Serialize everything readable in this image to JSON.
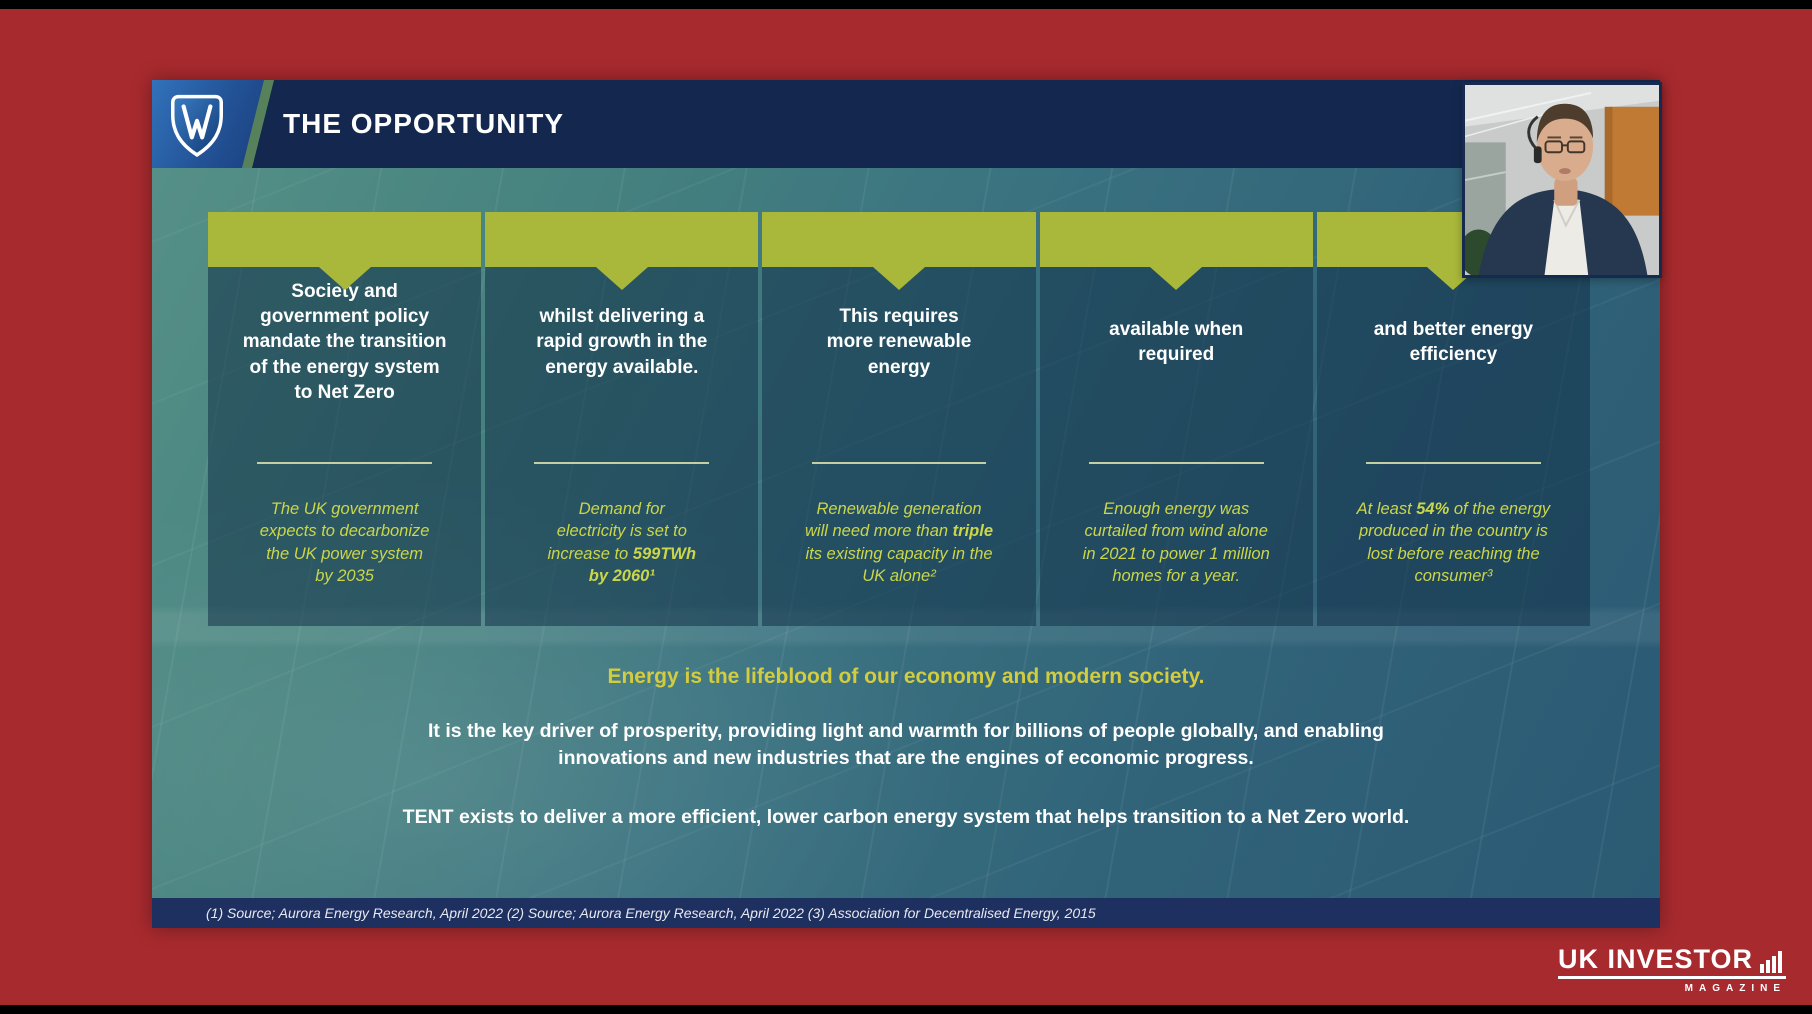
{
  "colors": {
    "background_red": "#a72a2e",
    "header_navy": "#14284f",
    "accent_olive": "#a9b83a",
    "detail_text_green": "#cbd64a",
    "highlight_yellow": "#d3cc3f",
    "footnote_navy": "#1d3060"
  },
  "slide": {
    "title": "THE OPPORTUNITY",
    "columns": [
      {
        "heading": "Society and\ngovernment policy\nmandate the transition\nof the energy system\nto Net Zero",
        "body": [
          {
            "t": "The UK government\nexpects to decarbonize\nthe UK power system\nby 2035"
          }
        ]
      },
      {
        "heading": "whilst delivering a\nrapid growth in the\nenergy available.",
        "body": [
          {
            "t": "Demand for\nelectricity is set to\nincrease to "
          },
          {
            "t": "599TWh\nby 2060¹",
            "b": true
          }
        ]
      },
      {
        "heading": "This requires\nmore renewable\nenergy",
        "body": [
          {
            "t": "Renewable generation\nwill need more than "
          },
          {
            "t": "triple",
            "b": true
          },
          {
            "t": "\nits existing capacity in the\nUK alone²"
          }
        ]
      },
      {
        "heading": "available when\nrequired",
        "body": [
          {
            "t": "Enough energy was\ncurtailed from wind alone\nin 2021 to power 1 million\nhomes for a year."
          }
        ]
      },
      {
        "heading": "and better energy\nefficiency",
        "body": [
          {
            "t": "At least "
          },
          {
            "t": "54%",
            "b": true
          },
          {
            "t": " of the energy\nproduced in the country is\nlost before reaching the\nconsumer³"
          }
        ]
      }
    ],
    "statements": {
      "highlight": "Energy is the lifeblood of our economy and modern society.",
      "para1": "It is the key driver of prosperity, providing light and warmth for billions of people globally, and enabling\ninnovations and new industries that are the engines of economic progress.",
      "para2": "TENT exists to deliver a more efficient, lower carbon energy system that helps transition to a Net Zero world."
    },
    "footnote": "(1) Source; Aurora Energy Research, April 2022 (2) Source; Aurora Energy Research, April 2022 (3) Association for Decentralised  Energy, 2015"
  },
  "branding": {
    "name": "UK INVESTOR",
    "tagline": "MAGAZINE"
  }
}
